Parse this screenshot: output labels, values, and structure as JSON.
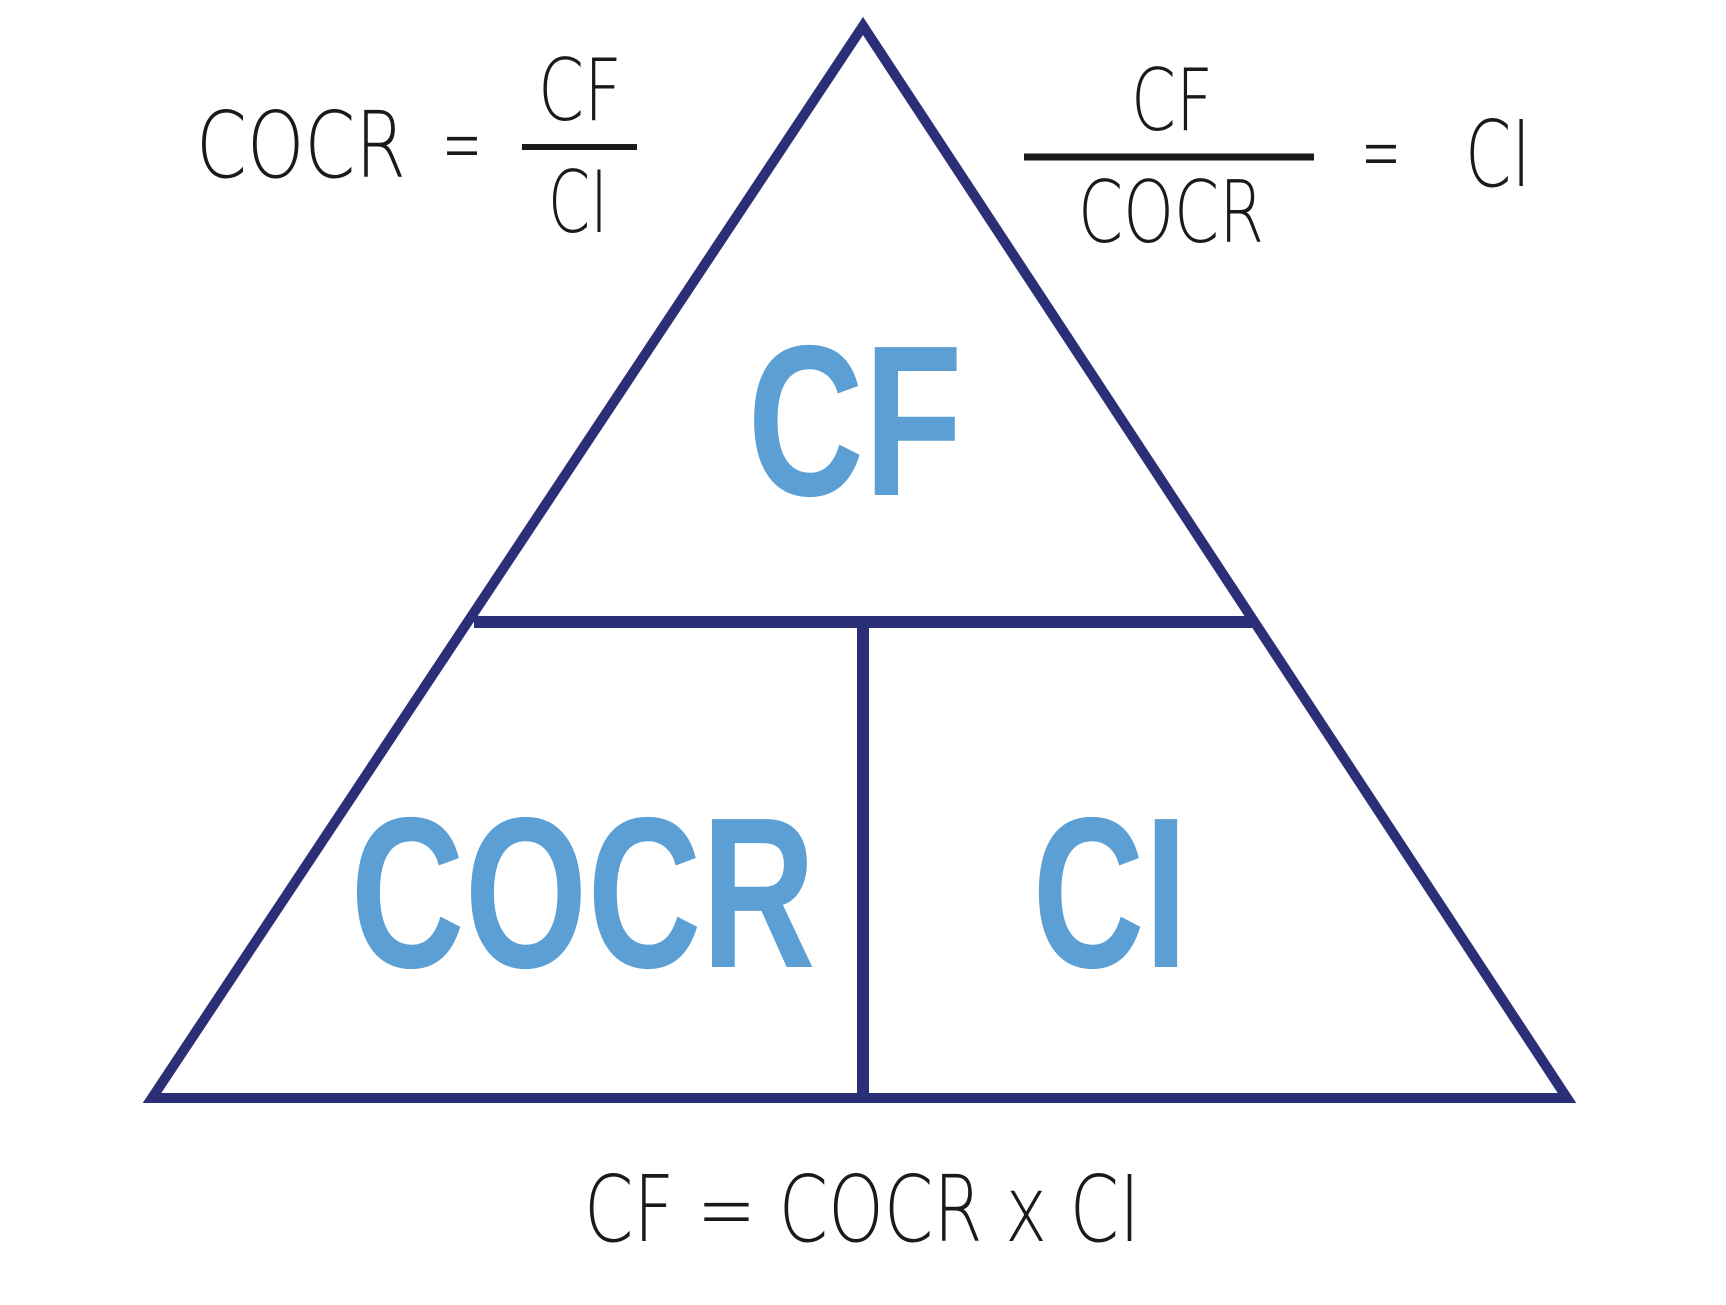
{
  "colors": {
    "triangle_stroke": "#2b2f78",
    "label_fill": "#5b9fd4",
    "formula_text": "#1a1a1a"
  },
  "triangle": {
    "top_label": "CF",
    "bottom_left_label": "COCR",
    "bottom_right_label": "CI"
  },
  "formula_left": {
    "lhs": "COCR",
    "equals": "=",
    "numerator": "CF",
    "denominator": "CI"
  },
  "formula_right": {
    "numerator": "CF",
    "denominator": "COCR",
    "equals": "=",
    "rhs": "CI"
  },
  "formula_bottom": {
    "text": "CF = COCR x CI"
  }
}
